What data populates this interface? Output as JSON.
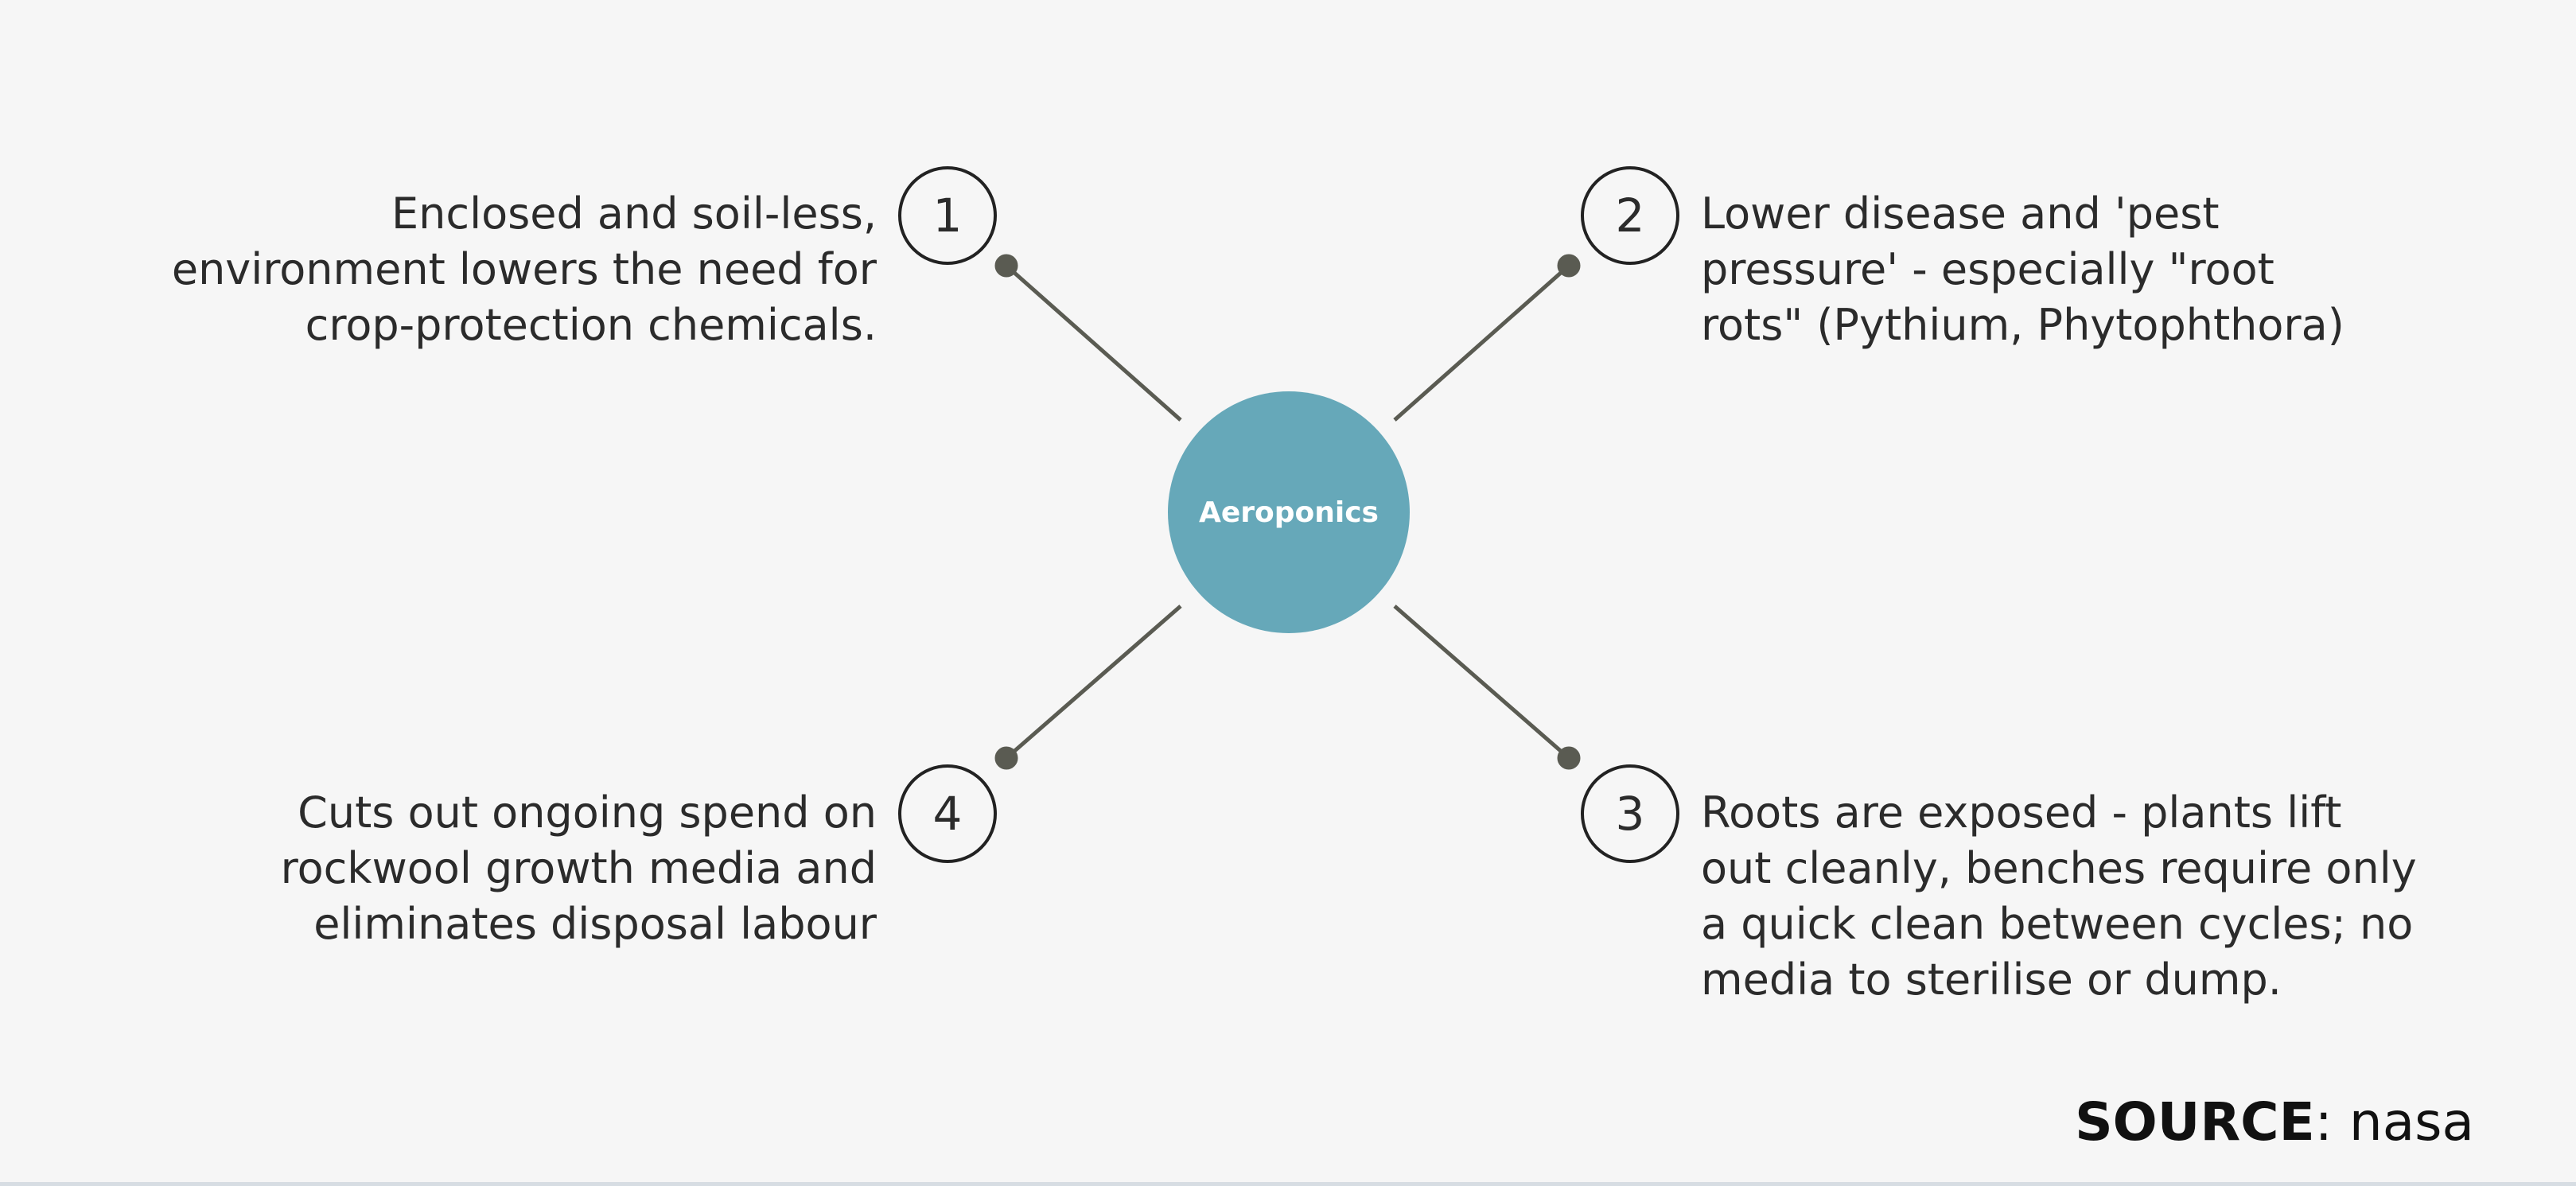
{
  "center": {
    "label": "Aeroponics",
    "color": "#66a8b9"
  },
  "points": [
    {
      "number": "1",
      "lines": [
        "Enclosed and soil-less,",
        "environment lowers the need for",
        "crop-protection chemicals."
      ]
    },
    {
      "number": "2",
      "lines": [
        "Lower disease and 'pest",
        "pressure' - especially \"root",
        "rots\" (Pythium, Phytophthora)"
      ]
    },
    {
      "number": "3",
      "lines": [
        "Roots are exposed - plants lift",
        "out cleanly, benches require only",
        "a quick clean between cycles; no",
        "media to sterilise or dump."
      ]
    },
    {
      "number": "4",
      "lines": [
        "Cuts out ongoing spend on",
        "rockwool growth media and",
        "eliminates disposal labour"
      ]
    }
  ],
  "source": {
    "label": "SOURCE",
    "value": ": nasa"
  }
}
